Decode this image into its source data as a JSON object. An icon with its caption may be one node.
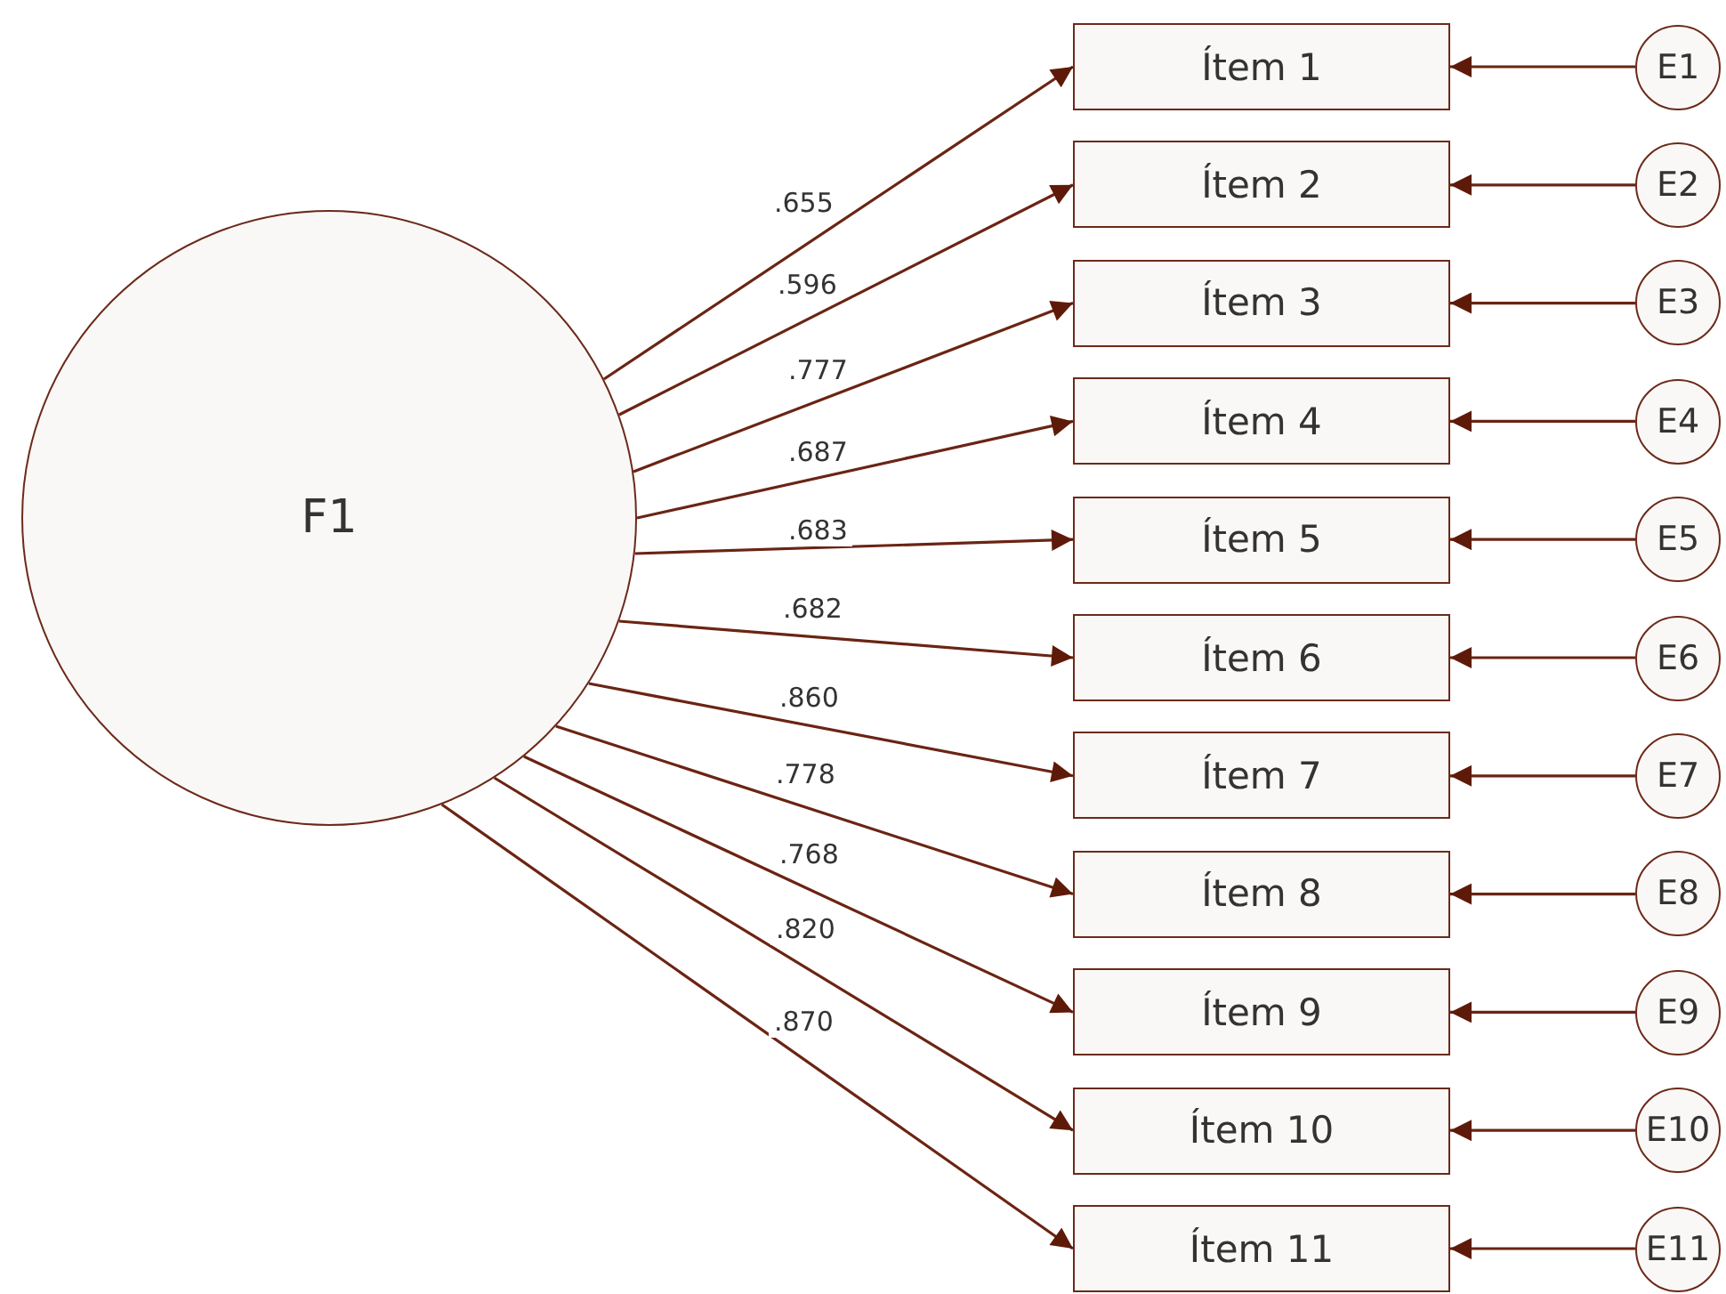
{
  "diagram": {
    "nodes": [
      {
        "text": [
          "F1"
        ]
      },
      {
        "text": [
          "Ítem 1"
        ]
      },
      {
        "text": [
          "Ítem 2"
        ]
      },
      {
        "text": [
          "Ítem 3"
        ]
      },
      {
        "text": [
          "Ítem 4"
        ]
      },
      {
        "text": [
          "Ítem 5"
        ]
      },
      {
        "text": [
          "Ítem 6"
        ]
      },
      {
        "text": [
          "Ítem 7"
        ]
      },
      {
        "text": [
          "Ítem 8"
        ]
      },
      {
        "text": [
          "Ítem 9"
        ]
      },
      {
        "text": [
          "Ítem 10"
        ]
      },
      {
        "text": [
          "Ítem 11"
        ]
      },
      {
        "text": [
          "E1"
        ]
      },
      {
        "text": [
          "E2"
        ]
      },
      {
        "text": [
          "E3"
        ]
      },
      {
        "text": [
          "E4"
        ]
      },
      {
        "text": [
          "E5"
        ]
      },
      {
        "text": [
          "E6"
        ]
      },
      {
        "text": [
          "E7"
        ]
      },
      {
        "text": [
          "E8"
        ]
      },
      {
        "text": [
          "E9"
        ]
      },
      {
        "text": [
          "E10"
        ]
      },
      {
        "text": [
          "E11"
        ]
      }
    ],
    "edges": [
      {
        "from": 0,
        "to": 1,
        "arrow": "to",
        "label": ".655"
      },
      {
        "from": 0,
        "to": 2,
        "arrow": "to",
        "label": ".596"
      },
      {
        "from": 0,
        "to": 3,
        "arrow": "to",
        "label": ".777"
      },
      {
        "from": 0,
        "to": 4,
        "arrow": "to",
        "label": ".687"
      },
      {
        "from": 0,
        "to": 5,
        "arrow": "to",
        "label": ".683"
      },
      {
        "from": 0,
        "to": 6,
        "arrow": "to",
        "label": ".682"
      },
      {
        "from": 0,
        "to": 7,
        "arrow": "to",
        "label": ".860"
      },
      {
        "from": 0,
        "to": 8,
        "arrow": "to",
        "label": ".778"
      },
      {
        "from": 0,
        "to": 9,
        "arrow": "to",
        "label": ".768"
      },
      {
        "from": 0,
        "to": 10,
        "arrow": "to",
        "label": ".820"
      },
      {
        "from": 0,
        "to": 11,
        "arrow": "to",
        "label": ".870"
      },
      {
        "from": 12,
        "to": 1,
        "arrow": "to"
      },
      {
        "from": 13,
        "to": 2,
        "arrow": "to"
      },
      {
        "from": 14,
        "to": 3,
        "arrow": "to"
      },
      {
        "from": 15,
        "to": 4,
        "arrow": "to"
      },
      {
        "from": 16,
        "to": 5,
        "arrow": "to"
      },
      {
        "from": 17,
        "to": 6,
        "arrow": "to"
      },
      {
        "from": 18,
        "to": 7,
        "arrow": "to"
      },
      {
        "from": 19,
        "to": 8,
        "arrow": "to"
      },
      {
        "from": 20,
        "to": 9,
        "arrow": "to"
      },
      {
        "from": 21,
        "to": 10,
        "arrow": "to"
      },
      {
        "from": 22,
        "to": 11,
        "arrow": "to"
      }
    ]
  }
}
